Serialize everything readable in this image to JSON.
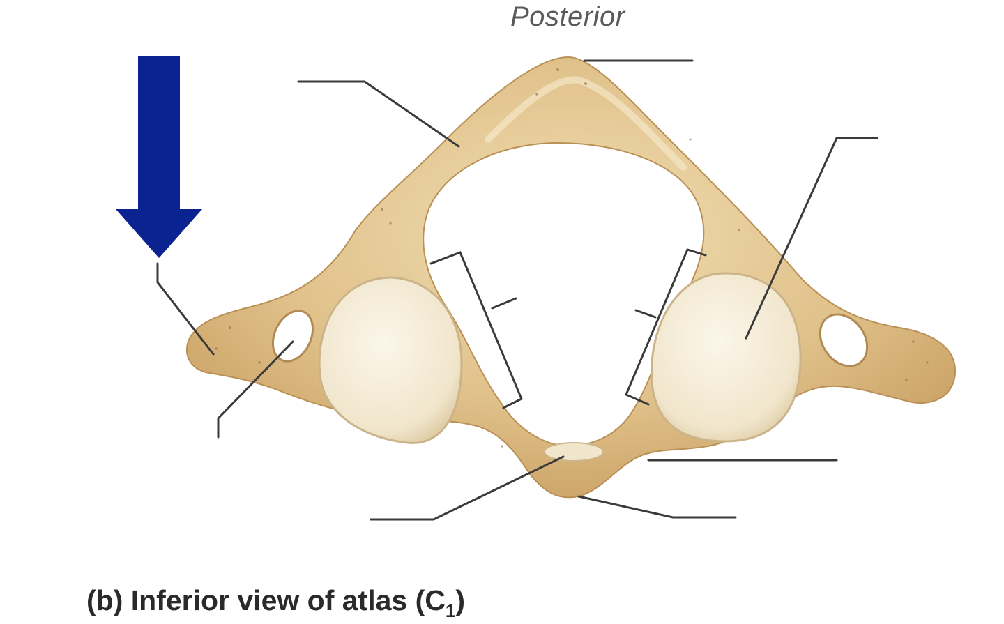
{
  "orientation_label": "Posterior",
  "caption": {
    "prefix": "(b) Inferior view of atlas (C",
    "subscript": "1",
    "suffix": ")"
  },
  "colors": {
    "bone": "#e2c691",
    "bone_shadow": "#bf9a5c",
    "bone_highlight": "#f3e4c2",
    "facet": "#f3ead6",
    "facet_edge": "#cbb48a",
    "leader_line": "#3a3a3a",
    "pointer_arrow": "#0a2390",
    "orientation_text": "#5a5a5a",
    "caption_text": "#2a2a2a"
  },
  "icons": {
    "pointer": "down-arrow-icon"
  }
}
